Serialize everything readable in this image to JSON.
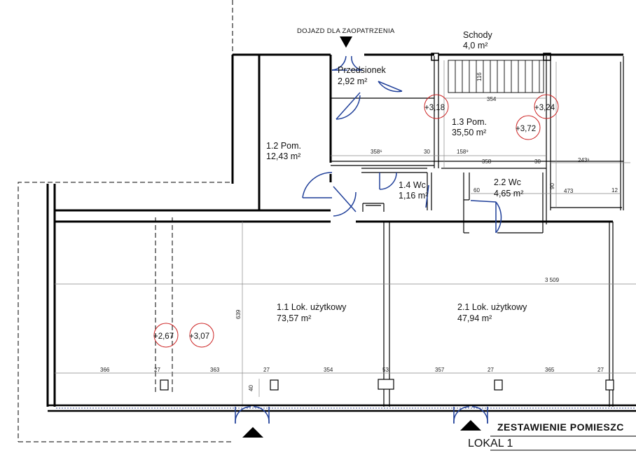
{
  "supply_label": "DOJAZD DLA ZAOPATRZENIA",
  "rooms": [
    {
      "id": "schody",
      "name": "Schody",
      "area": "4,0 m²"
    },
    {
      "id": "przedsionek",
      "name": "Przedsionek",
      "area": "2,92 m²"
    },
    {
      "id": "pom12",
      "name": "1.2 Pom.",
      "area": "12,43 m²"
    },
    {
      "id": "pom13",
      "name": "1.3 Pom.",
      "area": "35,50 m²"
    },
    {
      "id": "wc14",
      "name": "1.4 Wc",
      "area": "1,16 m²"
    },
    {
      "id": "wc22",
      "name": "2.2 Wc",
      "area": "4,65 m²"
    },
    {
      "id": "lok11",
      "name": "1.1 Lok. użytkowy",
      "area": "73,57 m²"
    },
    {
      "id": "lok21",
      "name": "2.1 Lok. użytkowy",
      "area": "47,94 m²"
    }
  ],
  "levels": [
    "+3,18",
    "+3,24",
    "+3,72",
    "+2,67",
    "+3,07"
  ],
  "dimensions": {
    "stair_width": "354",
    "stair_len": "116",
    "d358b": "358⁶",
    "d30a": "30",
    "d158": "158⁹",
    "d358": "358",
    "d30b": "30",
    "d243": "243⁶",
    "d60": "60",
    "d473": "473",
    "d12": "12",
    "d90": "90",
    "d3509": "3 509",
    "d639": "639",
    "b366": "366",
    "b27a": "27",
    "b363": "363",
    "b27b": "27",
    "b354": "354",
    "b53": "53",
    "b357": "357",
    "b27c": "27",
    "b365": "365",
    "b27d": "27",
    "b40": "40"
  },
  "footer": {
    "heading": "ZESTAWIENIE POMIESZC",
    "sub": "LOKAL 1"
  }
}
